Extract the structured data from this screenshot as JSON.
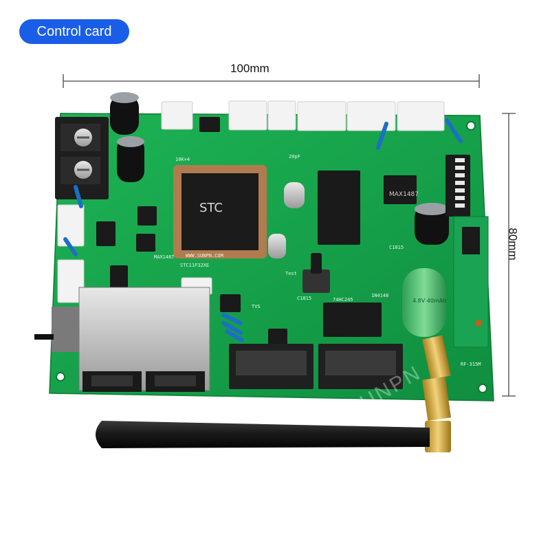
{
  "badge": {
    "label": "Control card",
    "color": "#1a5ee8"
  },
  "dimensions": {
    "width_label": "100mm",
    "height_label": "80mm"
  },
  "board": {
    "pcb_color": "#14a04a",
    "silk": {
      "mcu_text": "STC",
      "mcu_model": "STC11F32XE",
      "website": "WWW.SUNPN.COM",
      "driver_ic": "74HC245",
      "rs485_a": "MAX1487",
      "rs485_b": "MAX1487",
      "test_btn": "Test",
      "rf_module": "RF-315M",
      "battery_text": "4.8V 40mAh",
      "transistor_a": "C1815",
      "transistor_b": "C1815",
      "diode": "1N4148",
      "tvs": "TVS",
      "resistor_array": "10K×4",
      "cap_label": "20pF"
    }
  },
  "watermark": "SUNPN"
}
